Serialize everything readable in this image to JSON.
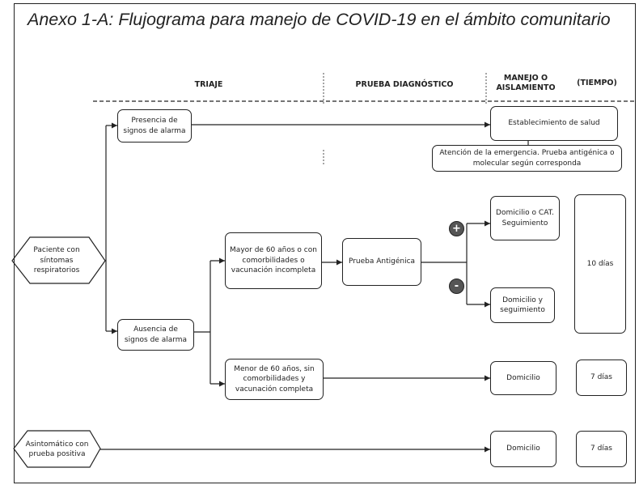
{
  "title": "Anexo 1-A: Flujograma para manejo de COVID-19 en el ámbito comunitario",
  "headers": {
    "triaje": "TRIAJE",
    "prueba": "PRUEBA DIAGNÓSTICO",
    "manejo": "MANEJO O AISLAMIENTO",
    "tiempo": "(TIEMPO)"
  },
  "nodes": {
    "paciente": "Paciente con síntomas respiratorios",
    "asintomatico": "Asintomático con prueba positiva",
    "presencia": "Presencia de signos de alarma",
    "ausencia": "Ausencia de signos de alarma",
    "mayor60": "Mayor de 60 años o con comorbilidades o vacunación incompleta",
    "menor60": "Menor de 60 años, sin comorbilidades y vacunación completa",
    "prueba_antigenica": "Prueba Antigénica",
    "establecimiento": "Establecimiento de salud",
    "atencion": "Atención de la emergencia. Prueba antigénica o molecular según corresponda",
    "domicilio_cat": "Domicilio o CAT. Seguimiento",
    "domicilio_seg": "Domicilio y seguimiento",
    "domicilio_1": "Domicilio",
    "domicilio_2": "Domicilio"
  },
  "signs": {
    "positive": "+",
    "negative": "-"
  },
  "tiempos": {
    "t10": "10 días",
    "t7a": "7 días",
    "t7b": "7 días"
  }
}
